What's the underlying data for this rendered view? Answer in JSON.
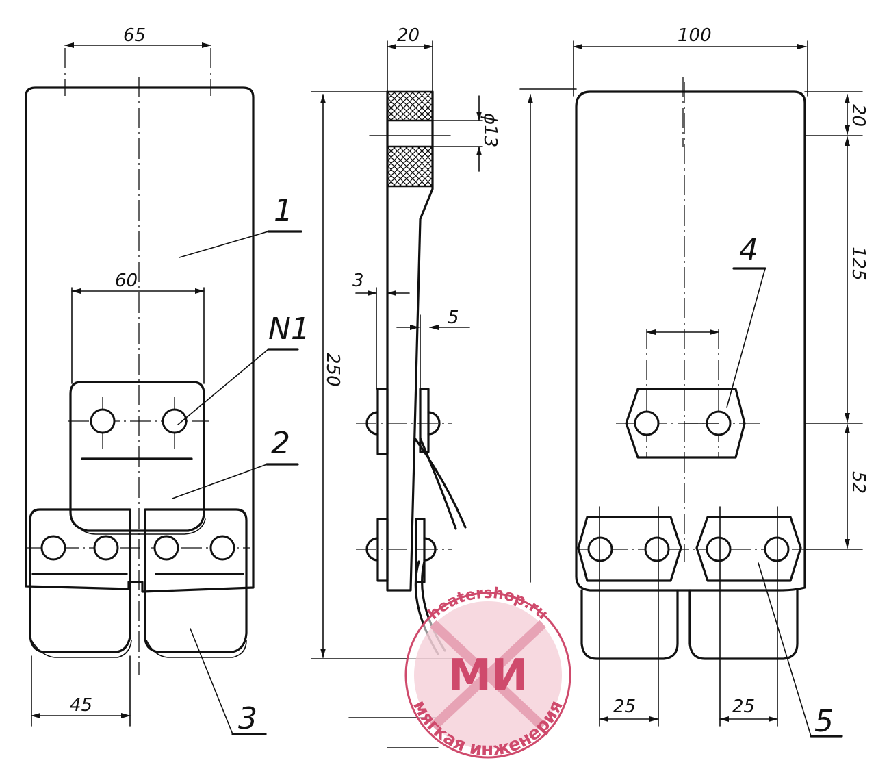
{
  "dimensions": {
    "front_top_width": "65",
    "front_hole_spacing": "60",
    "front_tab_width": "45",
    "side_thickness": "20",
    "side_hole_dia": "ϕ13",
    "side_plate": "3",
    "side_spring": "5",
    "total_height": "250",
    "rear_width": "100",
    "rear_top_offset": "20",
    "rear_mid_height": "125",
    "rear_lower_height": "52",
    "rear_tab_left": "25",
    "rear_tab_right": "25"
  },
  "callouts": {
    "c1": "1",
    "cN1": "N1",
    "c2": "2",
    "c3": "3",
    "c4": "4",
    "c5": "5"
  },
  "watermark": {
    "logo": "МИ",
    "site": "heatershop.ru",
    "slogan": "мягкая инженерия",
    "color": "#cf4a6c"
  }
}
